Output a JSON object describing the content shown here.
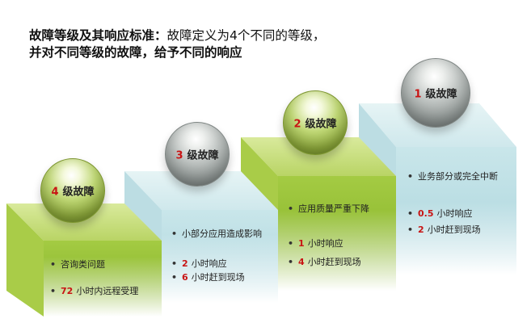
{
  "heading": {
    "title": "故障等级及其响应标准：",
    "line1_rest": "故障定义为4个不同的等级，",
    "line2": "并对不同等级的故障，给予不同的响应"
  },
  "colors": {
    "green_top": "#cfe38a",
    "green_front": "#8bbd2a",
    "blue_top": "#dbeef0",
    "blue_front": "#b8dde4",
    "accent_red": "#c81414"
  },
  "levels": [
    {
      "num": "4",
      "label": "级故障",
      "color": "green",
      "items": [
        {
          "num": "",
          "text": "咨询类问题"
        },
        {
          "num": "72",
          "text": "小时内远程受理"
        }
      ]
    },
    {
      "num": "3",
      "label": "级故障",
      "color": "gray",
      "items": [
        {
          "num": "",
          "text": "小部分应用造成影响"
        },
        {
          "num": "2",
          "text": "小时响应"
        },
        {
          "num": "6",
          "text": "小时赶到现场"
        }
      ]
    },
    {
      "num": "2",
      "label": "级故障",
      "color": "green",
      "items": [
        {
          "num": "",
          "text": "应用质量严重下降"
        },
        {
          "num": "1",
          "text": "小时响应"
        },
        {
          "num": "4",
          "text": "小时赶到现场"
        }
      ]
    },
    {
      "num": "1",
      "label": "级故障",
      "color": "gray",
      "items": [
        {
          "num": "",
          "text": "业务部分或完全中断"
        },
        {
          "num": "0.5",
          "text": "小时响应"
        },
        {
          "num": "2",
          "text": "小时赶到现场"
        }
      ]
    }
  ]
}
